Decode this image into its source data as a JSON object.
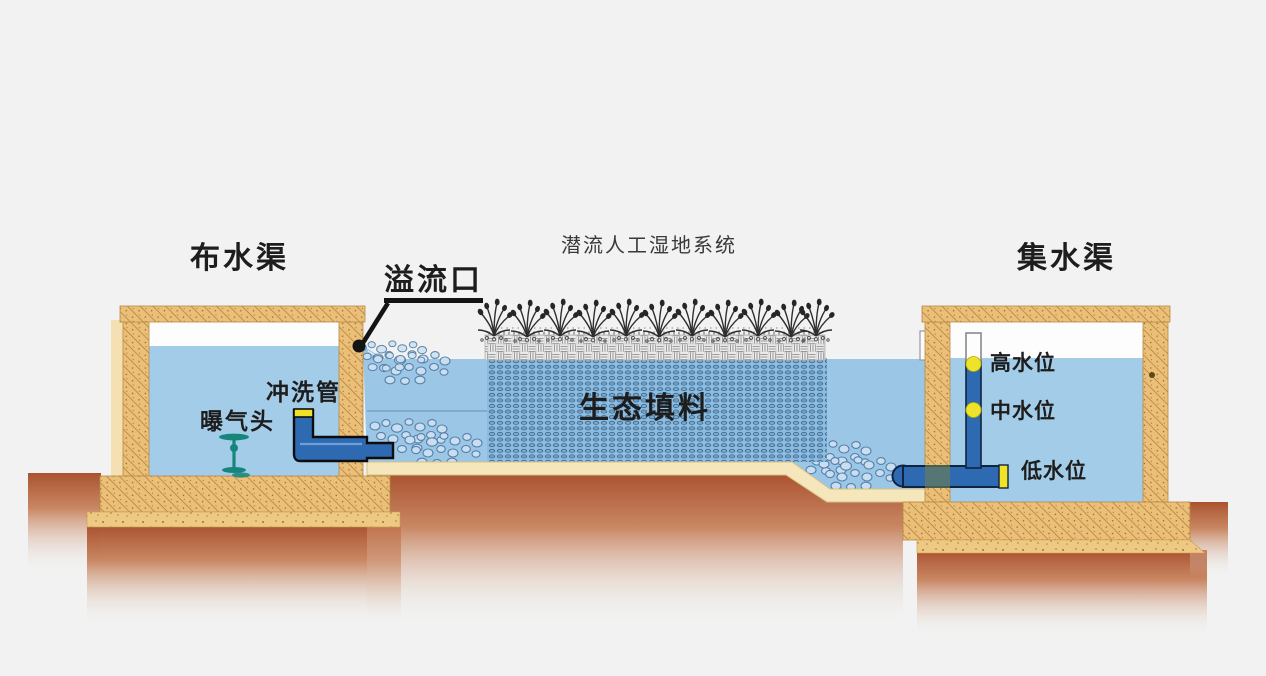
{
  "title": "潜流人工湿地系统",
  "left_channel": {
    "title": "布水渠",
    "aerator_label": "曝气头",
    "flush_pipe_label": "冲洗管"
  },
  "overflow_label": "溢流口",
  "wetland": {
    "media_label": "生态填料"
  },
  "right_channel": {
    "title": "集水渠",
    "levels": [
      {
        "label": "高水位"
      },
      {
        "label": "中水位"
      },
      {
        "label": "低水位"
      }
    ]
  },
  "colors": {
    "background": "#f1f2f1",
    "tank_water": "#a3cce9",
    "wetland_water": "#9cc6e6",
    "sand_wall": "#ecbf78",
    "sand_hatch_line": "#ab7c36",
    "foundation_speckle": "#eec983",
    "liner_cream": "#f5e7bb",
    "ground_terracotta": "#b05832",
    "pipe_blue": "#2e6ab2",
    "pipe_cap_yellow": "#f0e226",
    "aerator_teal": "#16857c",
    "gravel_layer_gray": "#ebebeb",
    "media_oval_outline": "#35648f",
    "text": "#1d1d1d"
  }
}
